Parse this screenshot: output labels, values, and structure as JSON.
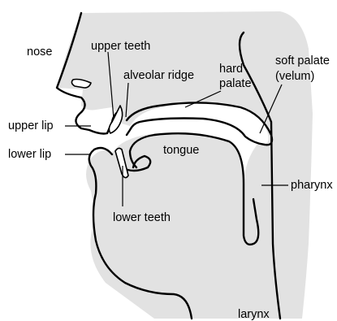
{
  "labels": {
    "nose": "nose",
    "upper_teeth": "upper teeth",
    "alveolar_ridge": "alveolar ridge",
    "hard_palate_line1": "hard",
    "hard_palate_line2": "palate",
    "soft_palate_line1": "soft palate",
    "soft_palate_line2": "(velum)",
    "upper_lip": "upper lip",
    "lower_lip": "lower lip",
    "tongue": "tongue",
    "pharynx": "pharynx",
    "lower_teeth": "lower teeth",
    "larynx": "larynx"
  },
  "colors": {
    "tissue_fill": "#e2e2e2",
    "outline": "#000000",
    "teeth_fill": "#ffffff",
    "background": "#ffffff"
  }
}
